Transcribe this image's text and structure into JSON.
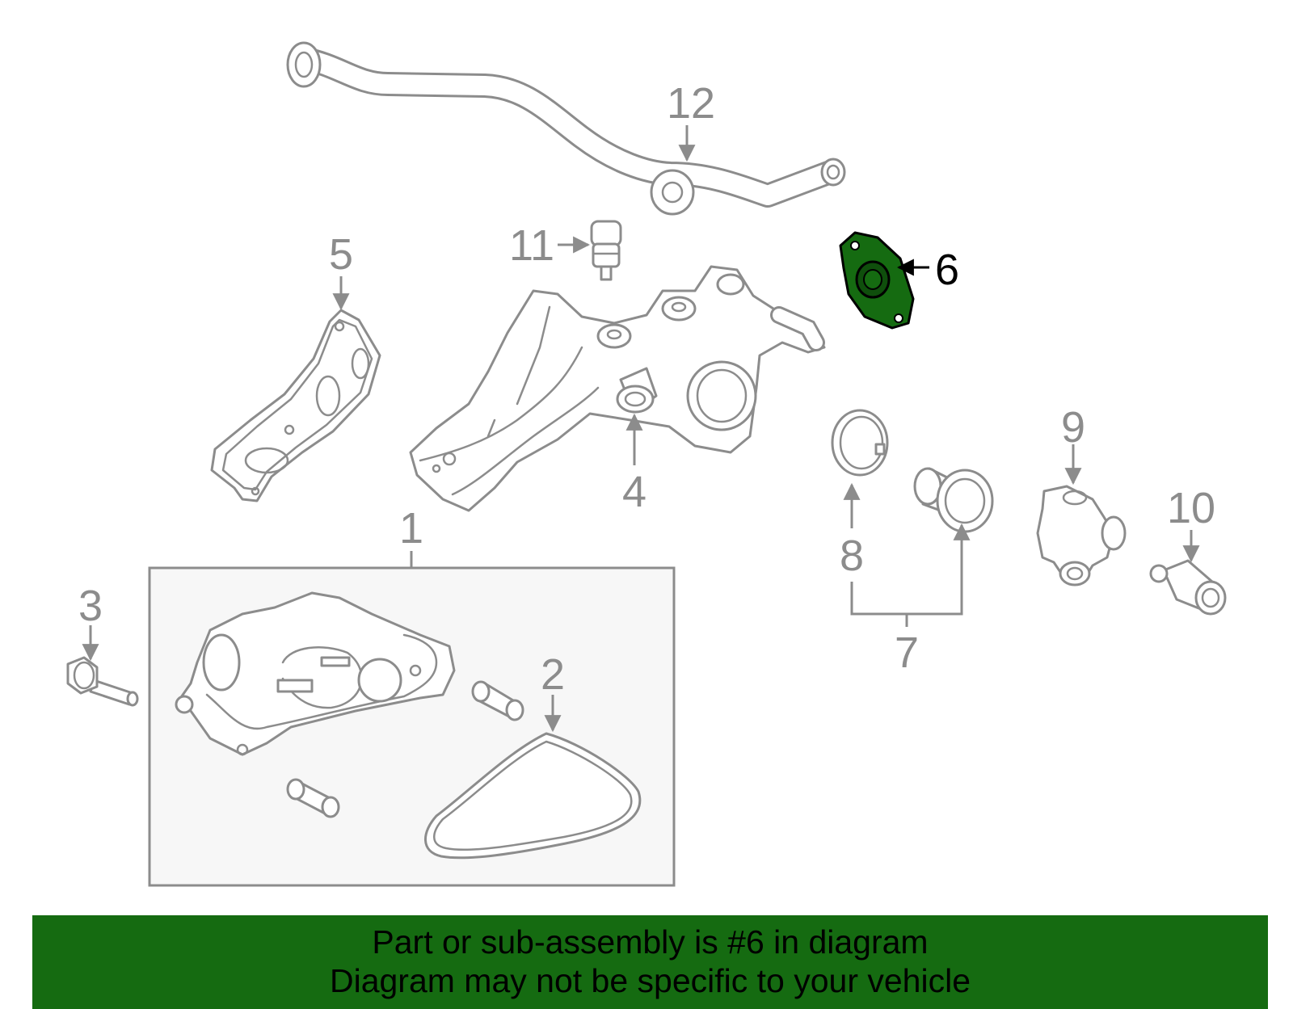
{
  "diagram": {
    "callouts": [
      "1",
      "2",
      "3",
      "4",
      "5",
      "6",
      "7",
      "8",
      "9",
      "10",
      "11",
      "12"
    ],
    "highlighted_callout": "6",
    "highlight_color": "#156b11",
    "line_color": "#8c8c8c",
    "box_fill": "#f7f7f7"
  },
  "banner": {
    "line1": "Part or sub-assembly is #6 in diagram",
    "line2": "Diagram may not be specific to your vehicle",
    "background": "#156b11"
  }
}
